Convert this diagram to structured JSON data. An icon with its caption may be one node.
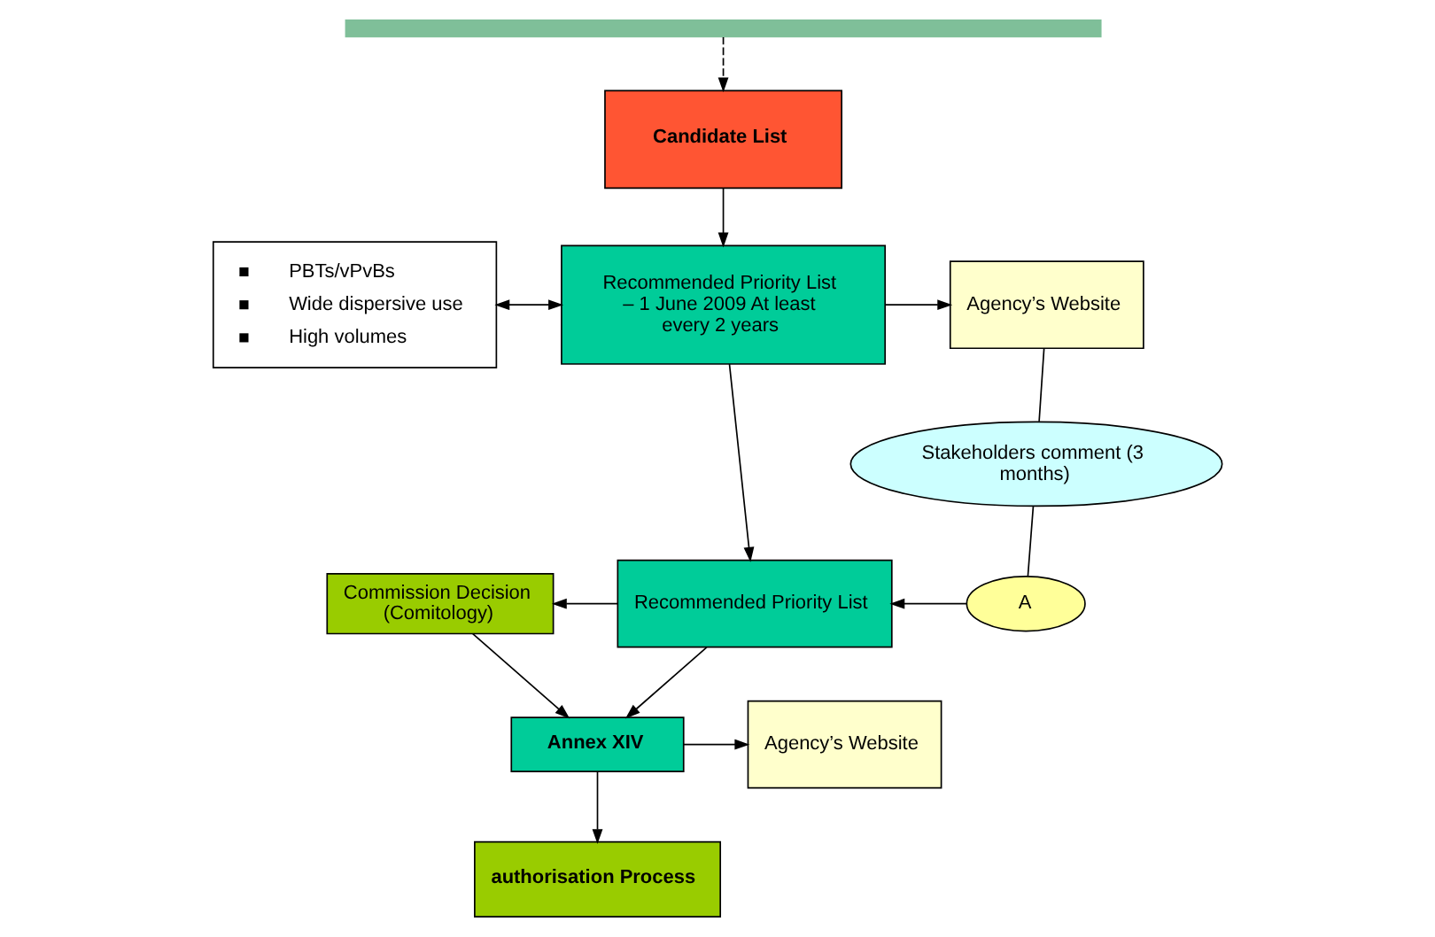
{
  "diagram": {
    "nodes": [
      {
        "text": [],
        "shape": "bar"
      },
      {
        "text": [
          "Candidate List"
        ]
      },
      {
        "text": [
          "PBTs/vPvBs",
          "Wide dispersive use",
          "High volumes"
        ]
      },
      {
        "text": [
          "Recommended Priority List – 1 June 2009 At least every 2 years"
        ]
      },
      {
        "text": [
          "Agency’s Website"
        ]
      },
      {
        "text": [
          "Stakeholders comment (3 months)"
        ]
      },
      {
        "text": [
          "Commission Decision (Comitology)"
        ]
      },
      {
        "text": [
          "Recommended Priority List"
        ]
      },
      {
        "text": [
          "A"
        ]
      },
      {
        "text": [
          "Annex XIV"
        ]
      },
      {
        "text": [
          "Agency’s Website"
        ]
      },
      {
        "text": [
          "authorisation Process"
        ]
      }
    ],
    "edges": [
      {
        "from": 0,
        "to": 1,
        "arrow": "to",
        "style": "dashed"
      },
      {
        "from": 1,
        "to": 3,
        "arrow": "to"
      },
      {
        "from": 3,
        "to": 2,
        "arrow": "both"
      },
      {
        "from": 3,
        "to": 4,
        "arrow": "to"
      },
      {
        "from": 4,
        "to": 5,
        "arrow": "none"
      },
      {
        "from": 5,
        "to": 8,
        "arrow": "none"
      },
      {
        "from": 8,
        "to": 7,
        "arrow": "to"
      },
      {
        "from": 3,
        "to": 7,
        "arrow": "to"
      },
      {
        "from": 7,
        "to": 6,
        "arrow": "to"
      },
      {
        "from": 6,
        "to": 9,
        "arrow": "to"
      },
      {
        "from": 7,
        "to": 9,
        "arrow": "to"
      },
      {
        "from": 9,
        "to": 10,
        "arrow": "to"
      },
      {
        "from": 9,
        "to": 11,
        "arrow": "to"
      }
    ]
  }
}
